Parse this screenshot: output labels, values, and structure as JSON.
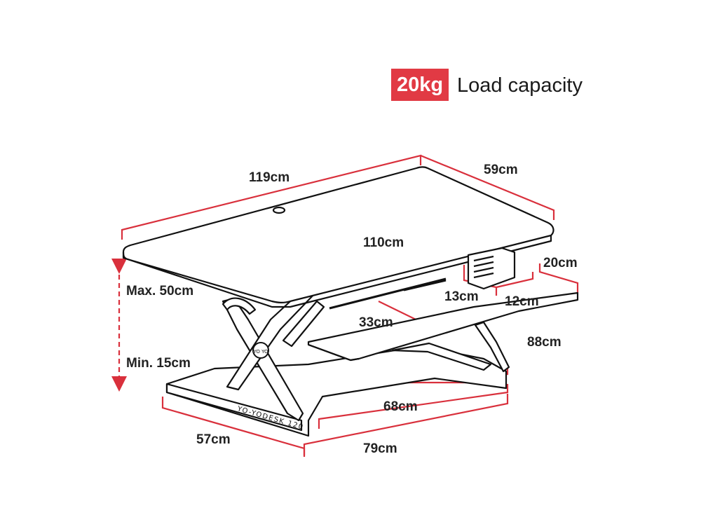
{
  "header": {
    "load_value": "20kg",
    "load_label": "Load capacity",
    "accent_color": "#e13a44"
  },
  "product": {
    "base_label": "YO-YODESK 120",
    "logo_text": "YO YO"
  },
  "dimensions": {
    "top_width": "119cm",
    "top_depth": "59cm",
    "desk_front": "110cm",
    "max_height": "Max. 50cm",
    "min_height": "Min. 15cm",
    "keyboard_depth": "20cm",
    "cutout_13": "13cm",
    "cutout_12": "12cm",
    "keyboard_inner": "33cm",
    "keyboard_width": "88cm",
    "base_inner": "68cm",
    "base_depth": "57cm",
    "base_width": "79cm"
  }
}
